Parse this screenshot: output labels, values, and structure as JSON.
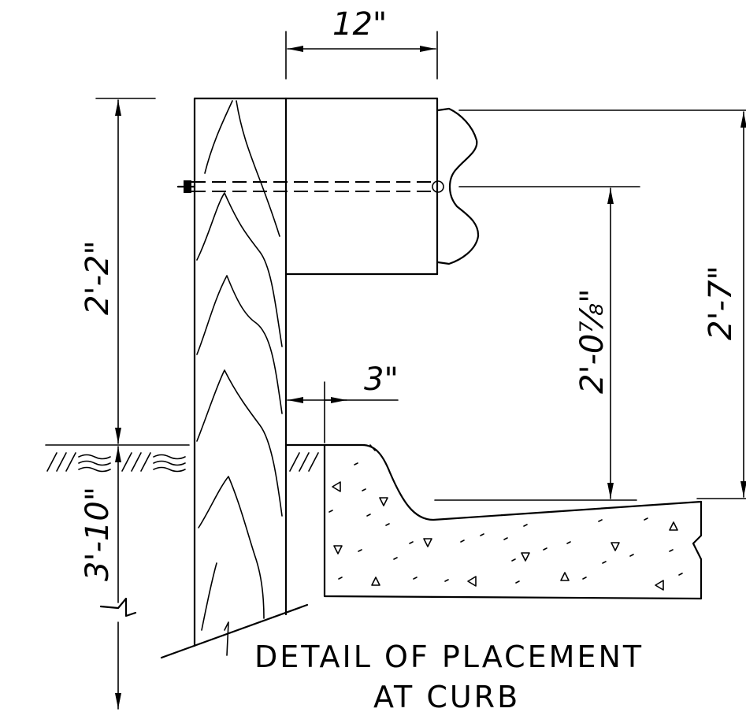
{
  "dimensions": {
    "rail_width": "12\"",
    "post_above_ground": "2'-2\"",
    "post_embedment": "3'-10\"",
    "rail_height_overall": "2'-7\"",
    "bolt_height": "2'-0⁷⁄₈\"",
    "curb_offset": "3\""
  },
  "title": {
    "line1": "DETAIL OF PLACEMENT",
    "line2": "AT CURB"
  }
}
